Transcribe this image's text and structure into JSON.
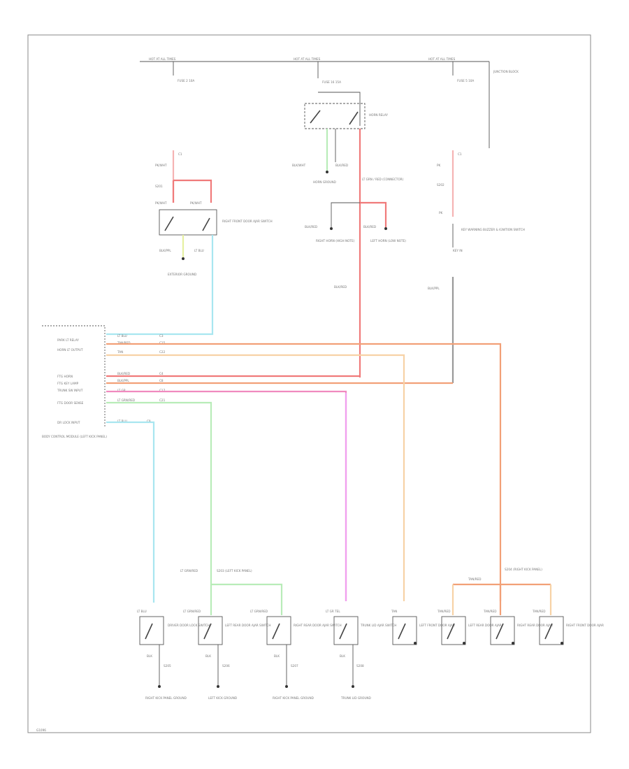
{
  "colors": {
    "red": "#f07a7a",
    "pink": "#f5b3b3",
    "cyan": "#a8e6f0",
    "orange_dark": "#f2a077",
    "orange_light": "#f7d2a6",
    "yellow": "#f5dca0",
    "magenta": "#f08abf",
    "violet": "#f0a0f0",
    "green": "#b8ecb8",
    "grey": "#999999",
    "frame": "#8a8a8a"
  },
  "labels": {
    "fuse_a_head": "HOT AT ALL TIMES",
    "fuse_b_head": "HOT AT ALL TIMES",
    "fuse_c_head": "HOT AT ALL TIMES",
    "fuse_a_num": "FUSE 2 10A",
    "fuse_b_num": "FUSE 16 15A",
    "fuse_c_num": "FUSE 5 10A",
    "junction": "JUNCTION BLOCK",
    "c1_top": "C1",
    "c1_wire1": "PK/WHT",
    "c1_mid": "S201",
    "c1_wire2": "PK/WHT",
    "c1_wire3": "PK/WHT",
    "c1_switch": "RIGHT FRONT DOOR AJAR SWITCH",
    "c1_gnd": "BLK/PPL",
    "c1_gnd_name": "EXTERIOR GROUND",
    "c1_out": "LT BLU",
    "relay_label": "HORN RELAY",
    "relay_w1": "BLK/WHT",
    "relay_w2": "BLK/RED",
    "horn_gnd": "HORN GROUND",
    "relay_out": "LT GRN / RED (CONNECTOR)",
    "horn_l_w": "BLK/RED",
    "horn_r_w": "BLK/RED",
    "horn_l": "RIGHT HORN (HIGH NOTE)",
    "horn_r": "LEFT HORN (LOW NOTE)",
    "relay_main": "BLK/RED",
    "c3_top": "C1",
    "c3_w1": "PK",
    "c3_mid": "S202",
    "c3_w2": "PK",
    "c3_switch": "KEY WARNING BUZZER & IGNITION SWITCH",
    "c3_key": "KEY IN",
    "c3_out": "BLK/PPL",
    "module_title": "BODY CONTROL MODULE (LEFT KICK PANEL)",
    "pin1": "PARK LT RELAY",
    "pin2": "HORN LT OUTPUT",
    "pin3": "",
    "pin4": "FTG HORN",
    "pin5": "FTG KEY LAMP",
    "pin6": "TRUNK SW INPUT",
    "pin7": "FTG DOOR SENSE",
    "pin8": "",
    "pin9": "DR LOCK INPUT",
    "pw1": "LT BLU",
    "pw2": "TAN/RED",
    "pw3": "TAN",
    "pw4": "BLK/RED",
    "pw5": "BLK/PPL",
    "pw6": "LT GR",
    "pw7": "LT GRN/RED",
    "pw8": "LT BLU",
    "pn1": "C3",
    "pn2": "C15",
    "pn3": "C22",
    "pn4": "C4",
    "pn5": "C8",
    "pn6": "C17",
    "pn7": "C21",
    "pn8": "C9",
    "splice_left": "S203 (LEFT KICK PANEL)",
    "splice_left_w": "LT GRN/RED",
    "splice_right": "S204 (RIGHT KICK PANEL)",
    "splice_right_w": "TAN/RED",
    "b_w1": "LT BLU",
    "b_w2": "LT GRN/RED",
    "b_w3": "LT GRN/RED",
    "b_w4": "LT GR TEL",
    "b_w5": "TAN",
    "b_w6": "TAN/RED",
    "b_w7": "TAN/RED",
    "b_w8": "TAN/RED",
    "sw1": "DRIVER DOOR LOCK SWITCH",
    "sw2": "LEFT REAR DOOR AJAR SWITCH",
    "sw3": "RIGHT REAR DOOR AJAR SWITCH",
    "sw4": "TRUNK LID AJAR SWITCH",
    "sw5": "LEFT FRONT DOOR AJAR",
    "sw6": "LEFT REAR DOOR AJAR",
    "sw7": "RIGHT REAR DOOR AJAR",
    "sw8": "RIGHT FRONT DOOR AJAR",
    "g1_w": "BLK",
    "g1_sp": "S205",
    "g2_w": "BLK",
    "g2_sp": "S206",
    "g3_w": "BLK",
    "g3_sp": "S207",
    "g4_w": "BLK",
    "g4_sp": "S208",
    "g1": "RIGHT KICK PANEL GROUND",
    "g2": "LEFT KICK GROUND",
    "g3": "RIGHT KICK PANEL GROUND",
    "g4": "TRUNK LID GROUND",
    "code": "G1096"
  }
}
